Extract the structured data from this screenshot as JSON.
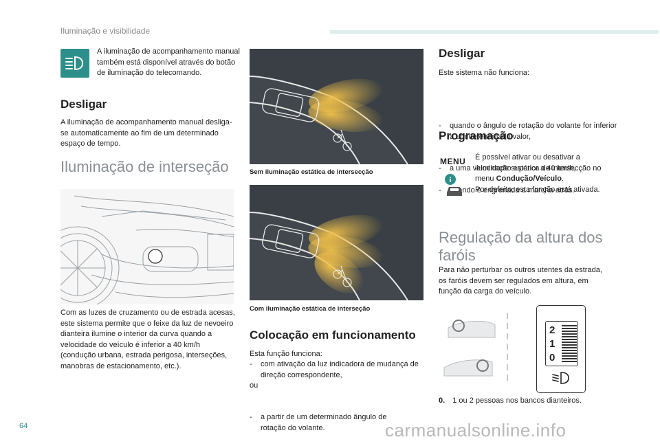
{
  "header": {
    "section_title": "Iluminação e visibilidade"
  },
  "col1": {
    "intro": "A iluminação de acompanhamento manual também está disponível através do botão de iluminação do telecomando.",
    "desligar_title": "Desligar",
    "desligar_text": "A iluminação de acompanhamento manual desliga-se automaticamente ao fim de um determinado espaço de tempo.",
    "section_title": "Iluminação de interseção",
    "body_text": "Com as luzes de cruzamento ou de estrada acesas, este sistema permite que o feixe da luz de nevoeiro dianteira ilumine o interior da curva quando a velocidade do veículo é inferior a 40 km/h (condução urbana, estrada perigosa, interseções, manobras de estacionamento, etc.)."
  },
  "col2": {
    "caption1": "Sem iluminação estática de intersecção",
    "caption2": "Com iluminação estática de interseção",
    "colocacao_title": "Colocação em funcionamento",
    "colocacao_intro": "Esta função funciona:",
    "colocacao_item1": "com ativação da luz indicadora de mudança de direção correspondente,",
    "colocacao_ou": "ou",
    "colocacao_item2": "a partir de um determinado ângulo de rotação do volante."
  },
  "col3": {
    "desligar_title": "Desligar",
    "desligar_intro": "Este sistema não funciona:",
    "desligar_items": [
      "quando o ângulo de rotação do volante for inferior a um determinado valor,",
      "a uma velocidade superior a 40 km/h,",
      "quando é engrenada a marcha-atrás."
    ],
    "programacao_title": "Programação",
    "menu_label": "MENU",
    "programacao_line1": "É possível ativar ou desativar a iluminação estática de intersecção no menu ",
    "programacao_bold": "Condução/Veículo",
    "programacao_line1_end": ".",
    "programacao_line2": "Por defeito, esta função está ativada.",
    "regulacao_title": "Regulação da altura dos faróis",
    "regulacao_text": "Para não perturbar os outros utentes da estrada, os faróis devem ser regulados em altura, em função da carga do veículo.",
    "dial_top": "2",
    "dial_mid": "1",
    "dial_bot": "0",
    "note_num": "0.",
    "note_text": "1 ou 2 pessoas nos bancos dianteiros."
  },
  "footer": {
    "page_number": "64",
    "watermark": "carmanualsonline.info"
  },
  "colors": {
    "accent": "#2d8f8a",
    "photo_bg": "#41474d",
    "light_beam": "#f3c24a"
  }
}
